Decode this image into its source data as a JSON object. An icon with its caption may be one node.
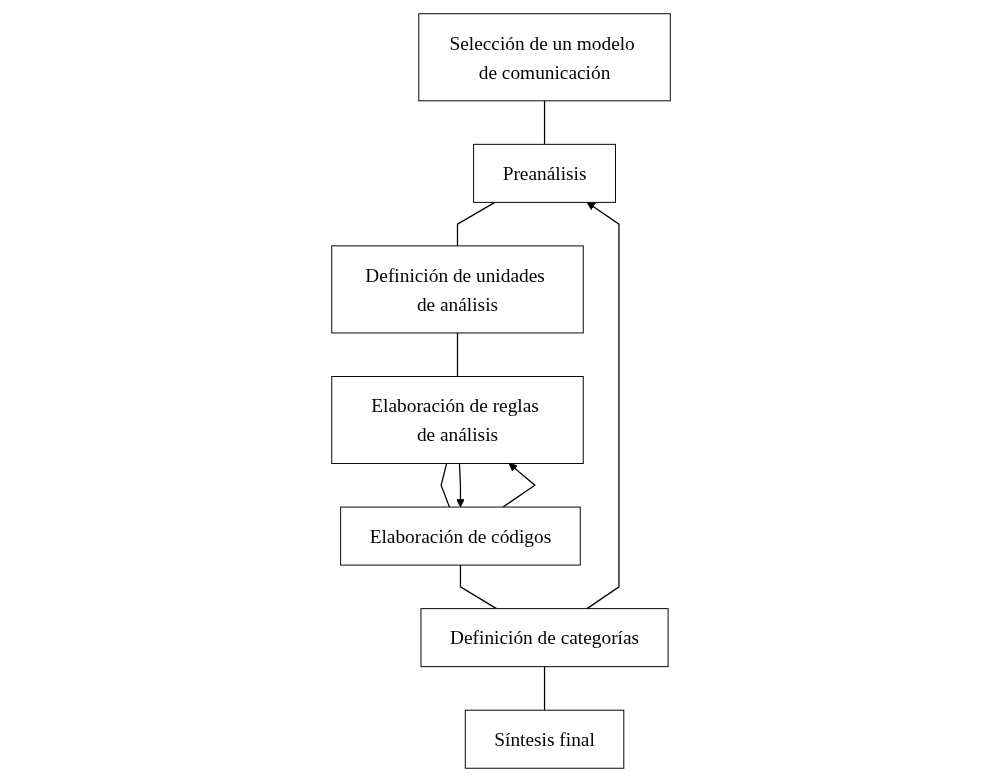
{
  "diagram": {
    "nodes": [
      {
        "text": [
          "Selección de un modelo de comunicación"
        ]
      },
      {
        "text": [
          "Preanálisis"
        ]
      },
      {
        "text": [
          "Definición de unidades de análisis"
        ]
      },
      {
        "text": [
          "Elaboración de reglas de análisis"
        ]
      },
      {
        "text": [
          "Elaboración de códigos"
        ]
      },
      {
        "text": [
          "Definición de categorías"
        ]
      },
      {
        "text": [
          "Síntesis final"
        ]
      }
    ],
    "edges": [
      {
        "from": 0,
        "to": 1,
        "arrow": "none"
      },
      {
        "from": 1,
        "to": 2,
        "arrow": "none"
      },
      {
        "from": 2,
        "to": 3,
        "arrow": "none"
      },
      {
        "from": 3,
        "to": 4,
        "arrow": "none"
      },
      {
        "from": 3,
        "to": 4,
        "arrow": "to"
      },
      {
        "from": 4,
        "to": 3,
        "arrow": "to"
      },
      {
        "from": 4,
        "to": 5,
        "arrow": "none"
      },
      {
        "from": 5,
        "to": 6,
        "arrow": "none"
      },
      {
        "from": 5,
        "to": 1,
        "arrow": "to"
      }
    ]
  }
}
